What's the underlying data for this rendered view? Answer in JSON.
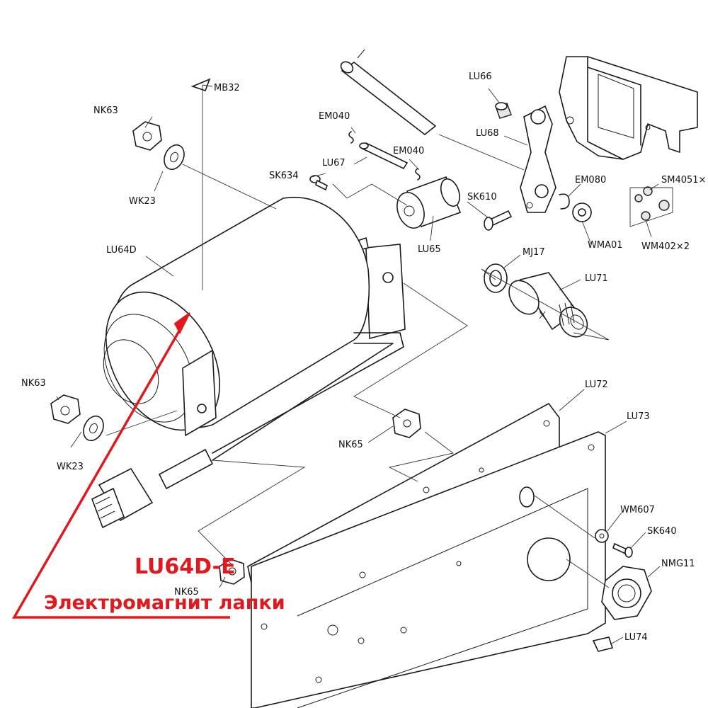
{
  "labels": {
    "mb32": "MB32",
    "nk63_top": "NK63",
    "wk23_top": "WK23",
    "lu64d": "LU64D",
    "nk63_bottom": "NK63",
    "wk23_bottom": "WK23",
    "em040_a": "EM040",
    "lu67": "LU67",
    "em040_b": "EM040",
    "sk634": "SK634",
    "lu66": "LU66",
    "lu68": "LU68",
    "sk610": "SK610",
    "lu65": "LU65",
    "em080": "EM080",
    "sm4051": "SM4051×",
    "wma01": "WMA01",
    "wm402": "WM402×2",
    "mj17": "MJ17",
    "lu71": "LU71",
    "lu72": "LU72",
    "lu73": "LU73",
    "nk65_mid": "NK65",
    "nk65_bottom": "NK65",
    "wm607": "WM607",
    "sk640": "SK640",
    "nmg11": "NMG11",
    "lu74": "LU74"
  },
  "annotation": {
    "code": "LU64D-E",
    "caption": "Электромагнит лапки",
    "color": "#e0191e"
  }
}
